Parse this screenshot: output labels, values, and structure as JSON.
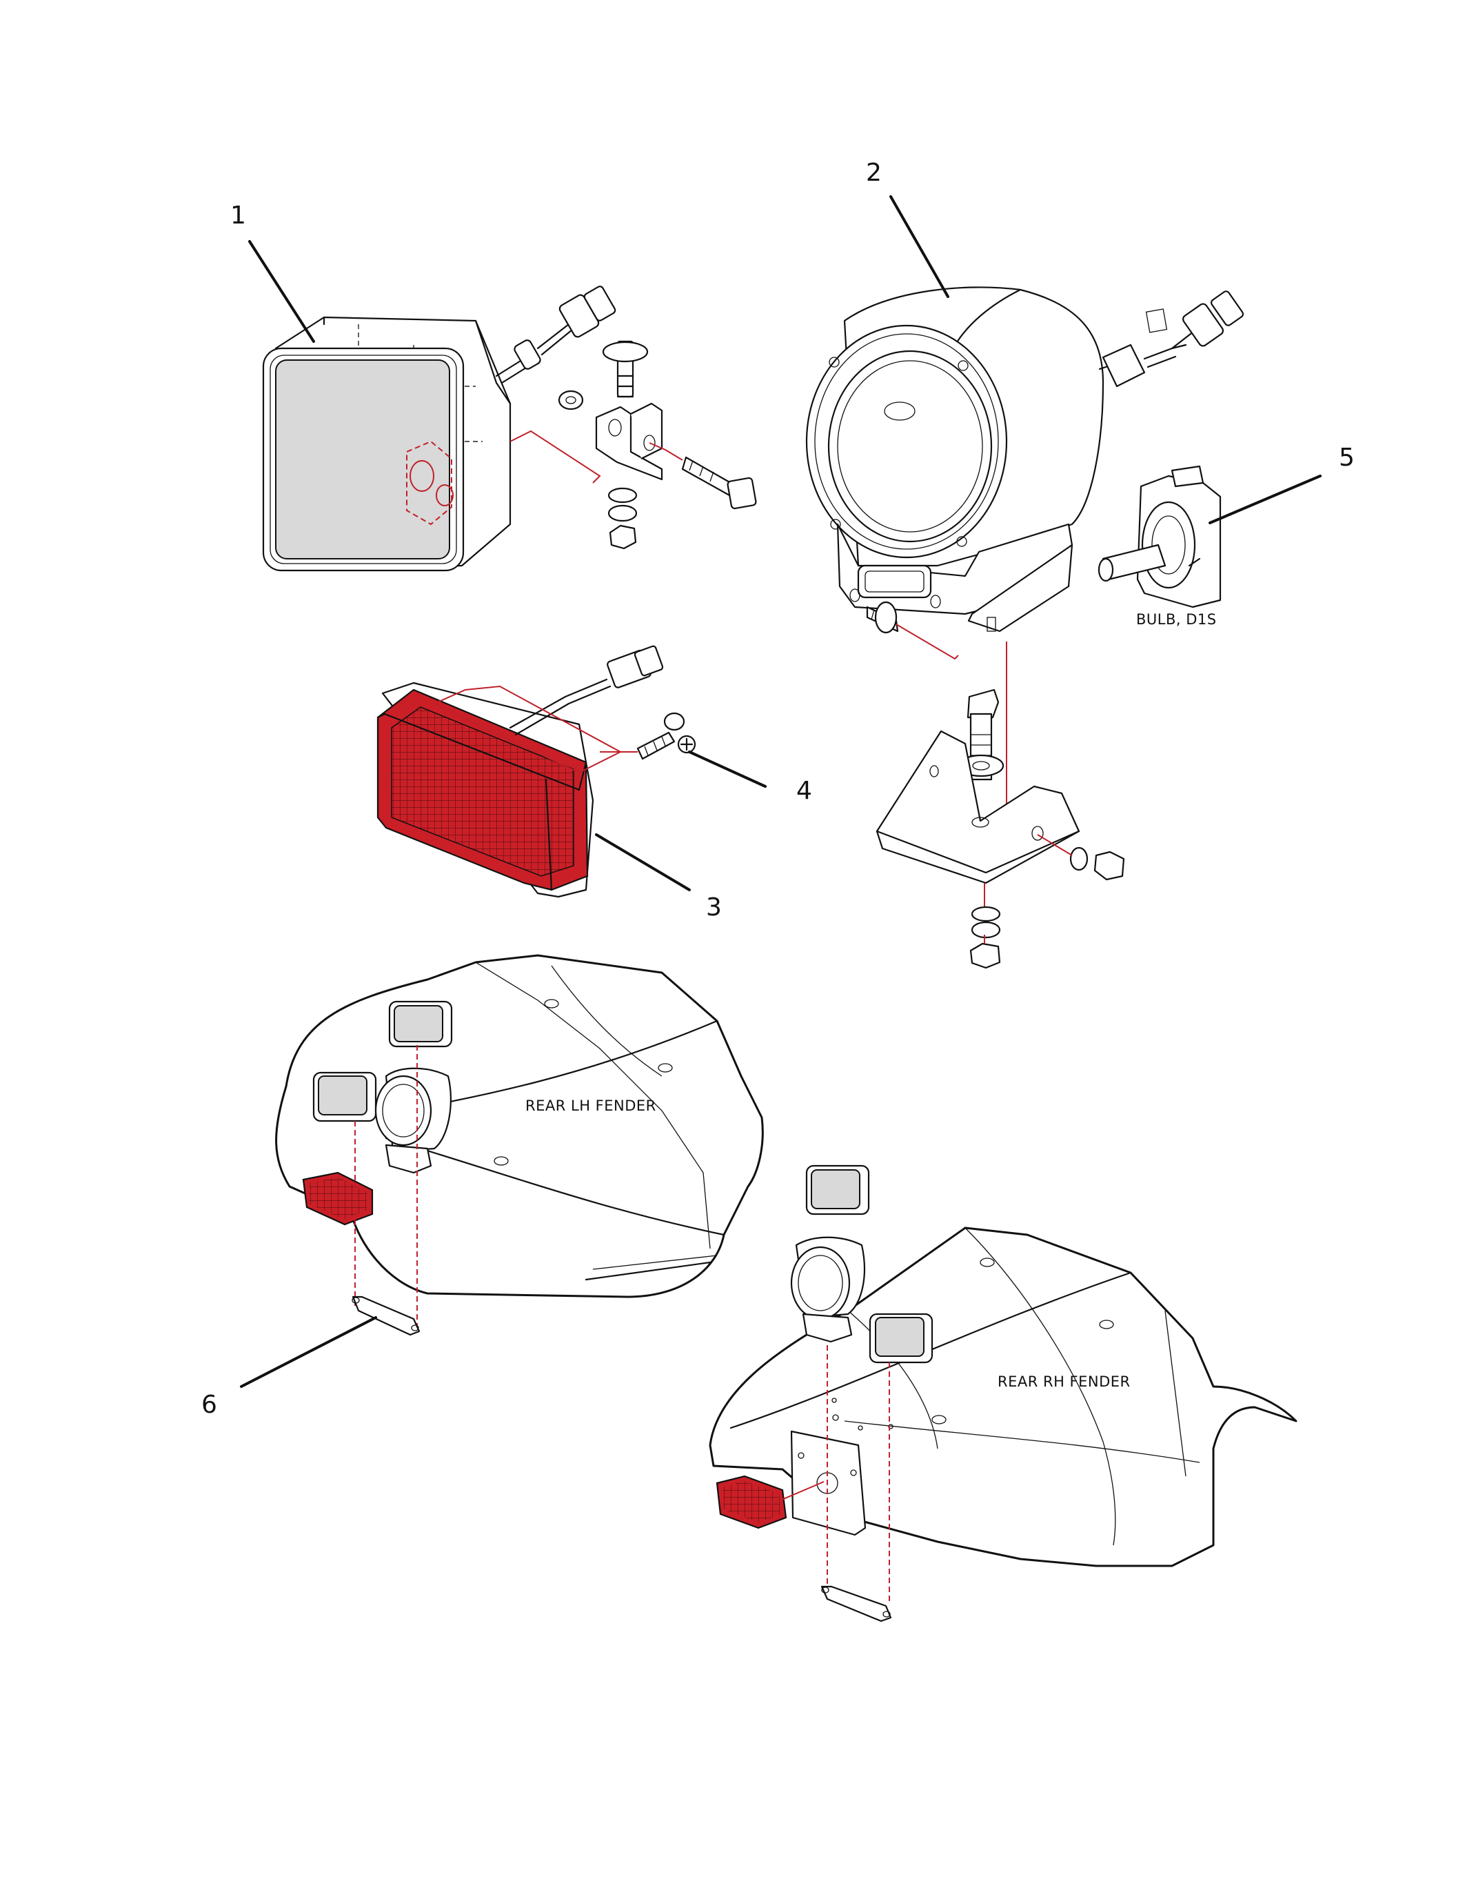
{
  "callouts": {
    "c1": "1",
    "c2": "2",
    "c3": "3",
    "c4": "4",
    "c5": "5",
    "c6": "6"
  },
  "notes": {
    "bulb": "BULB, D1S",
    "lh_fender": "REAR LH FENDER",
    "rh_fender": "REAR RH FENDER"
  },
  "colors": {
    "lens_red": "#cb1f27",
    "assembly_line_red": "#c0202a",
    "ink": "#111111"
  }
}
